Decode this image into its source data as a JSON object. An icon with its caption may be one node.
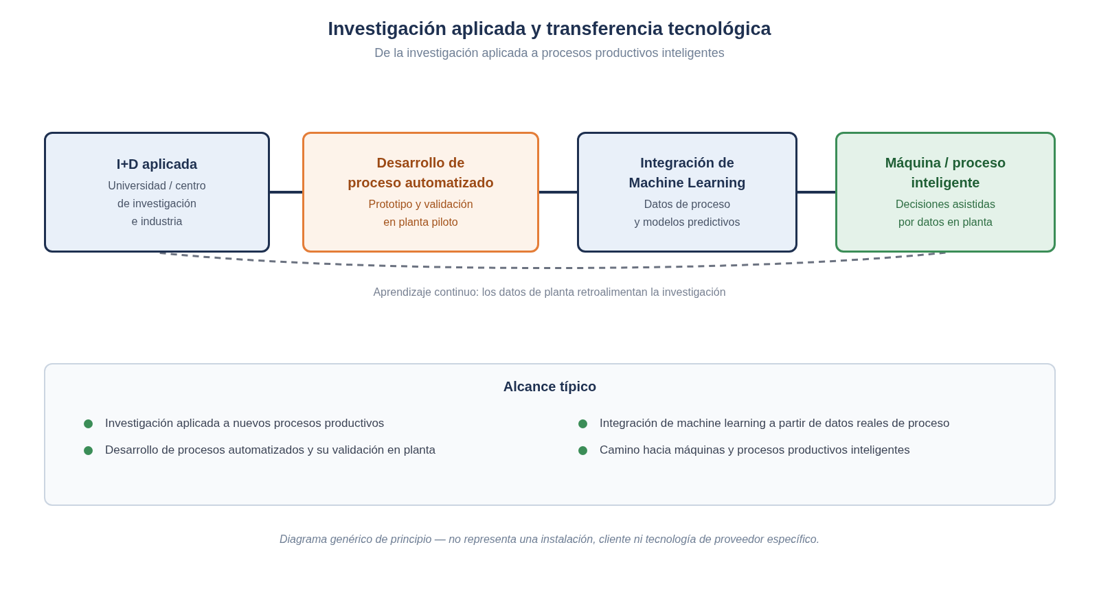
{
  "diagram": {
    "title": "Investigación aplicada y transferencia tecnológica",
    "caption": "Diagrama genérico de principio — no representa una instalación, cliente ni tecnología de proveedor específico.",
    "nodes": [
      {
        "text": [
          "I+D aplicada",
          "Universidad / centro de investigación e industria"
        ]
      },
      {
        "text": [
          "Desarrollo de proceso automatizado",
          "Prototipo y validación en planta piloto"
        ]
      },
      {
        "text": [
          "Integración de Machine Learning",
          "Datos de proceso y modelos predictivos"
        ]
      },
      {
        "text": [
          "Máquina / proceso inteligente",
          "Decisiones asistidas por datos en planta"
        ]
      },
      {
        "text": [
          "Alcance típico",
          "Investigación aplicada a nuevos procesos productivos",
          "Desarrollo de procesos automatizados y su validación en planta",
          "Integración de machine learning a partir de datos reales de proceso",
          "Camino hacia máquinas y procesos productivos inteligentes"
        ]
      }
    ],
    "edges": [
      {
        "from": 0,
        "to": 1,
        "arrow": "none"
      },
      {
        "from": 1,
        "to": 2,
        "arrow": "none"
      },
      {
        "from": 2,
        "to": 3,
        "arrow": "none"
      },
      {
        "from": 3,
        "to": 0,
        "arrow": "none",
        "style": "dashed",
        "color": "#6b7280"
      }
    ],
    "labels": [
      "De la investigación aplicada a procesos productivos inteligentes",
      "Aprendizaje continuo: los datos de planta retroalimentan la investigación"
    ]
  }
}
